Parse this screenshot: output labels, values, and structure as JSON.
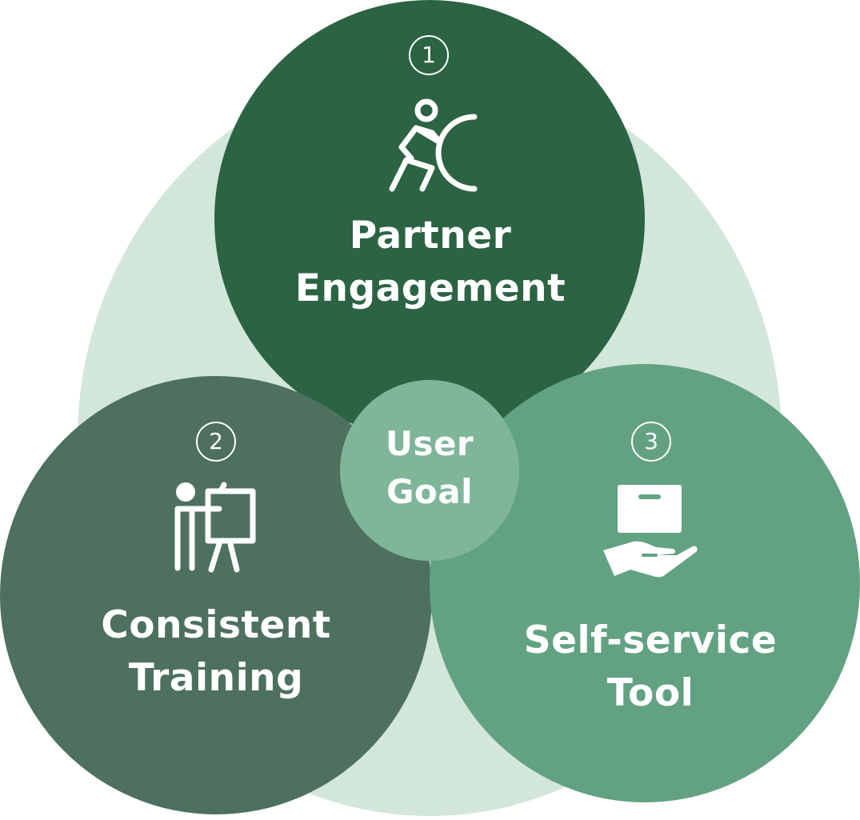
{
  "diagram": {
    "center": {
      "lines": [
        "User",
        "Goal"
      ]
    },
    "nodes": [
      {
        "number": "1",
        "lines": [
          "Partner",
          "Engagement"
        ],
        "icon": "person-pushing-icon",
        "color": "#2b6343"
      },
      {
        "number": "2",
        "lines": [
          "Consistent",
          "Training"
        ],
        "icon": "presentation-trainer-icon",
        "color": "#4d705f"
      },
      {
        "number": "3",
        "lines": [
          "Self-service",
          "Tool"
        ],
        "icon": "hand-with-box-icon",
        "color": "#62a283"
      }
    ],
    "colors": {
      "background_circle": "#d3e6da",
      "center_circle": "#7fb69a",
      "text": "#ffffff"
    }
  }
}
